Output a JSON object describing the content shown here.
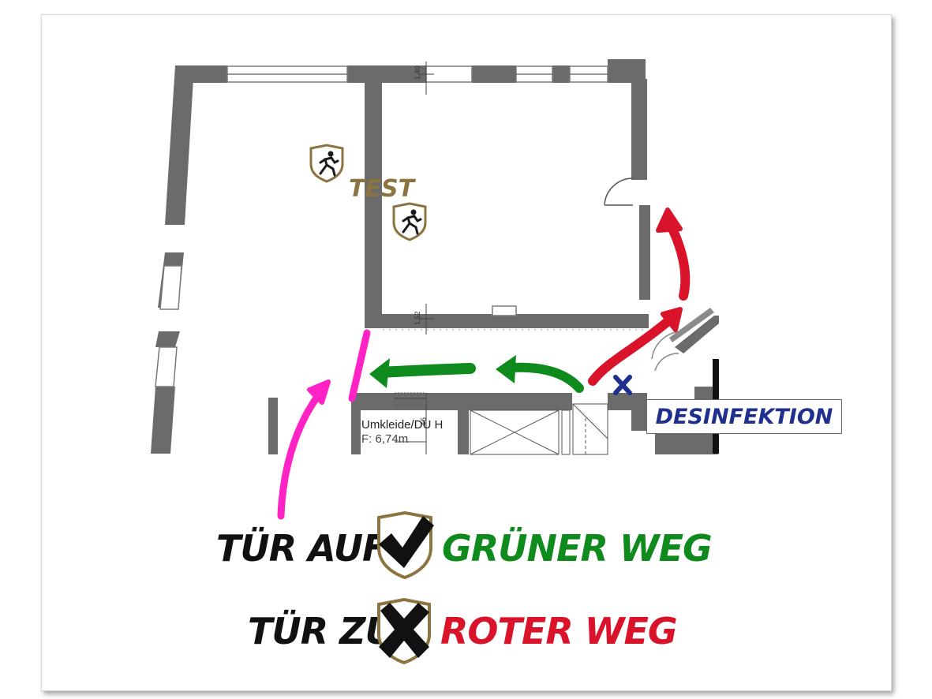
{
  "floorplan": {
    "room_label": "Umkleide/DU H",
    "room_area": "F: 6,74m",
    "dimension_label_top": "1,40",
    "dimension_label_bottom": "1,52",
    "dimension_label_small": "46"
  },
  "labels": {
    "test": "TEST",
    "desinfektion": "DESINFEKTION"
  },
  "legend": {
    "open_door": {
      "text": "TÜR AUF",
      "route": "GRÜNER WEG",
      "icon": "check-shield-icon"
    },
    "closed_door": {
      "text": "TÜR ZU",
      "route": "ROTER WEG",
      "icon": "x-shield-icon"
    }
  },
  "colors": {
    "green_route": "#0f8a1c",
    "red_route": "#d9142a",
    "magenta_route": "#ff22c4",
    "blue_marker": "#1f2f8e",
    "gold_accent": "#8c7440",
    "wall": "#6b6b6b"
  },
  "icons": [
    "runner-shield-icon",
    "runner-shield-icon"
  ]
}
